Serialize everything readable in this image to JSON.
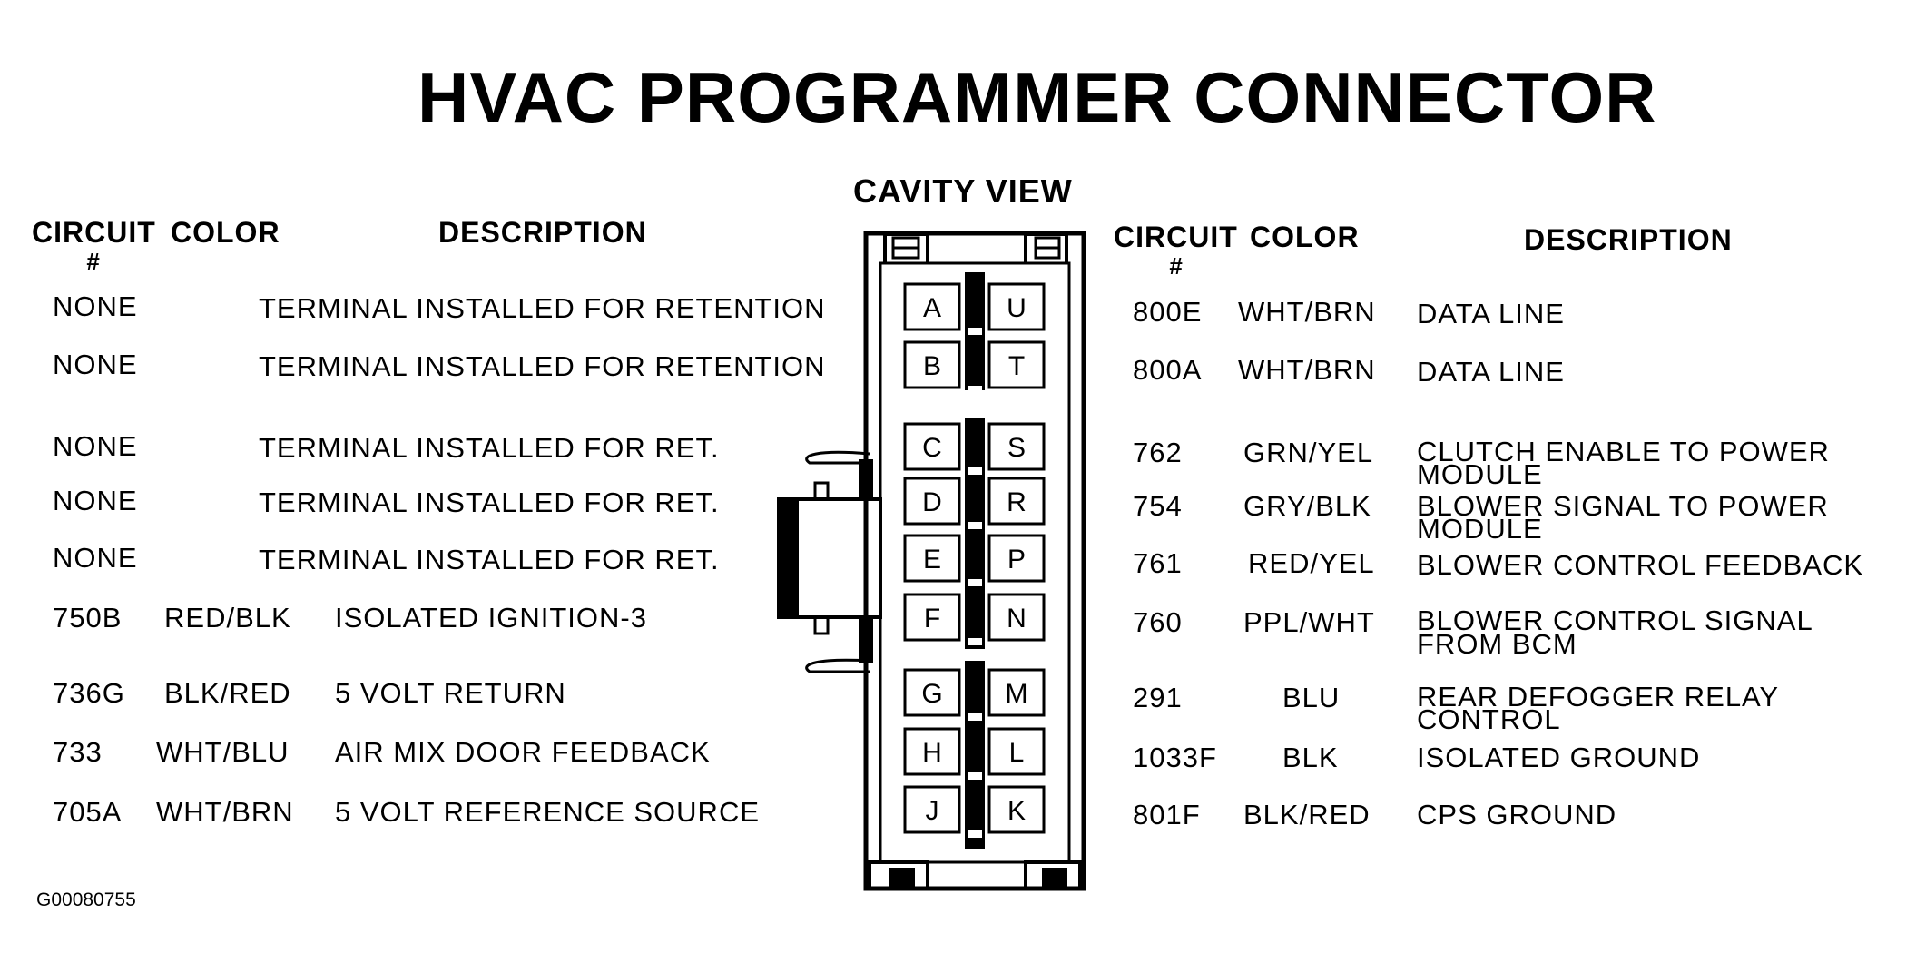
{
  "title": "HVAC PROGRAMMER CONNECTOR",
  "view_label": "CAVITY VIEW",
  "figure_id": "G00080755",
  "headers": {
    "circuit": "CIRCUIT",
    "circuit_hash": "#",
    "color": "COLOR",
    "description": "DESCRIPTION"
  },
  "left_rows": [
    {
      "circuit": "NONE",
      "color": "",
      "description": "TERMINAL INSTALLED FOR RETENTION"
    },
    {
      "circuit": "NONE",
      "color": "",
      "description": "TERMINAL INSTALLED FOR RETENTION"
    },
    {
      "circuit": "NONE",
      "color": "",
      "description": "TERMINAL INSTALLED FOR RET."
    },
    {
      "circuit": "NONE",
      "color": "",
      "description": "TERMINAL INSTALLED FOR RET."
    },
    {
      "circuit": "NONE",
      "color": "",
      "description": "TERMINAL INSTALLED FOR RET."
    },
    {
      "circuit": "750B",
      "color": "RED/BLK",
      "description": "ISOLATED IGNITION-3"
    },
    {
      "circuit": "736G",
      "color": "BLK/RED",
      "description": "5 VOLT RETURN"
    },
    {
      "circuit": "733",
      "color": "WHT/BLU",
      "description": "AIR MIX DOOR FEEDBACK"
    },
    {
      "circuit": "705A",
      "color": "WHT/BRN",
      "description": "5 VOLT REFERENCE SOURCE"
    }
  ],
  "right_rows": [
    {
      "circuit": "800E",
      "color": "WHT/BRN",
      "description": [
        "DATA LINE"
      ]
    },
    {
      "circuit": "800A",
      "color": "WHT/BRN",
      "description": [
        "DATA LINE"
      ]
    },
    {
      "circuit": "762",
      "color": "GRN/YEL",
      "description": [
        "CLUTCH ENABLE TO POWER",
        "MODULE"
      ]
    },
    {
      "circuit": "754",
      "color": "GRY/BLK",
      "description": [
        "BLOWER SIGNAL TO POWER",
        "MODULE"
      ]
    },
    {
      "circuit": "761",
      "color": "RED/YEL",
      "description": [
        "BLOWER CONTROL FEEDBACK"
      ]
    },
    {
      "circuit": "760",
      "color": "PPL/WHT",
      "description": [
        "BLOWER CONTROL SIGNAL",
        "FROM BCM"
      ]
    },
    {
      "circuit": "291",
      "color": "BLU",
      "description": [
        "REAR DEFOGGER RELAY",
        "CONTROL"
      ]
    },
    {
      "circuit": "1033F",
      "color": "BLK",
      "description": [
        "ISOLATED GROUND"
      ]
    },
    {
      "circuit": "801F",
      "color": "BLK/RED",
      "description": [
        "CPS GROUND"
      ]
    }
  ],
  "pins": [
    {
      "left": "A",
      "right": "U"
    },
    {
      "left": "B",
      "right": "T"
    },
    {
      "left": "C",
      "right": "S"
    },
    {
      "left": "D",
      "right": "R"
    },
    {
      "left": "E",
      "right": "P"
    },
    {
      "left": "F",
      "right": "N"
    },
    {
      "left": "G",
      "right": "M"
    },
    {
      "left": "H",
      "right": "L"
    },
    {
      "left": "J",
      "right": "K"
    }
  ]
}
